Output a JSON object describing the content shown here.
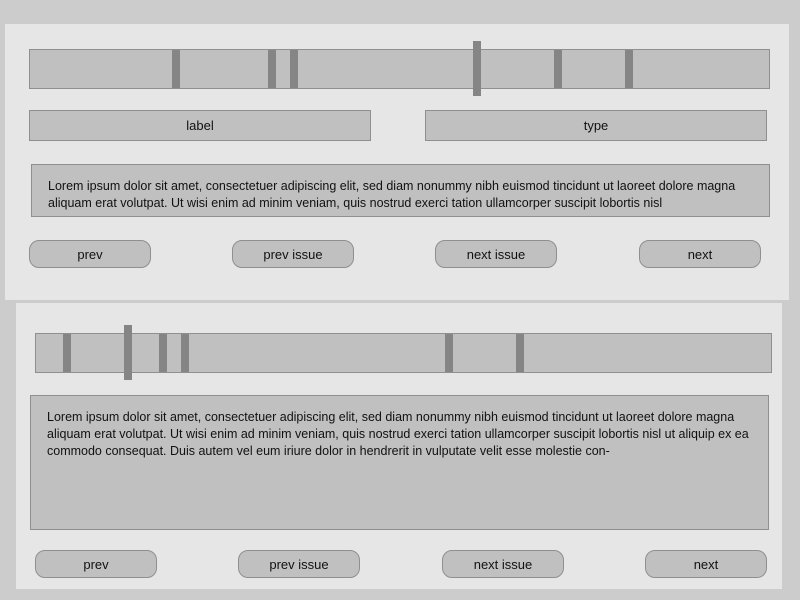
{
  "colors": {
    "background": "#cccccc",
    "panel": "#e6e6e6",
    "control": "#c0c0c0",
    "border": "#8f8f8f",
    "marker": "#858585"
  },
  "top_panel": {
    "label_field": "label",
    "type_field": "type",
    "text": "Lorem ipsum dolor sit amet, consectetuer adipiscing elit, sed diam nonummy nibh euismod tincidunt ut laoreet dolore magna aliquam erat volutpat. Ut wisi enim ad minim veniam, quis nostrud exerci tation ullamcorper suscipit lobortis nisl",
    "buttons": {
      "prev": "prev",
      "prev_issue": "prev issue",
      "next_issue": "next issue",
      "next": "next"
    }
  },
  "bottom_panel": {
    "text": "Lorem ipsum dolor sit amet, consectetuer adipiscing elit, sed diam nonummy nibh euismod tincidunt ut laoreet dolore magna aliquam erat volutpat. Ut wisi enim ad minim veniam, quis nostrud exerci tation ullamcorper suscipit lobortis nisl ut aliquip ex ea commodo consequat. Duis autem vel eum iriure dolor in hendrerit in vulputate velit esse molestie con-",
    "buttons": {
      "prev": "prev",
      "prev_issue": "prev issue",
      "next_issue": "next issue",
      "next": "next"
    }
  }
}
